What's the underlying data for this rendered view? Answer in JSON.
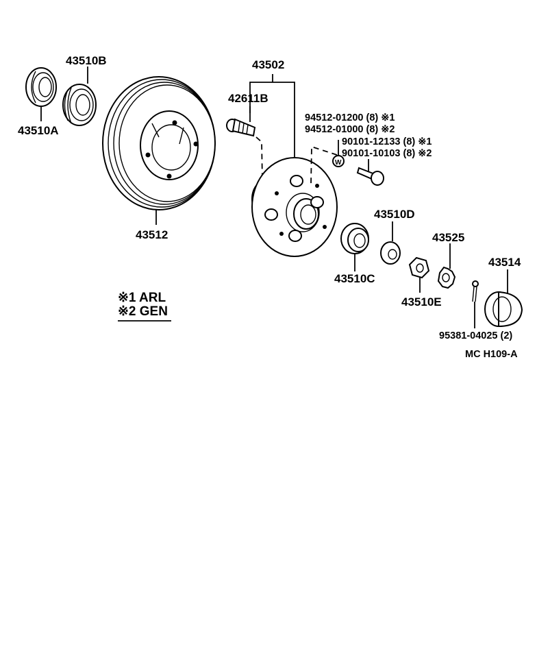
{
  "parts": {
    "oil_seal_outer": "43510A",
    "bearing_outer": "43510B",
    "disc": "43512",
    "hub_assembly": "43502",
    "hub_bolt": "42611B",
    "washer_1": "94512-01200 (8) ※1",
    "washer_2": "94512-01000 (8) ※2",
    "bolt_1": "90101-12133 (8) ※1",
    "bolt_2": "90101-10103 (8) ※2",
    "bearing_inner": "43510C",
    "washer_claw": "43510D",
    "nut": "43510E",
    "nut_lock_cap": "43525",
    "grease_cap": "43514",
    "cotter_pin": "95381-04025 (2)"
  },
  "legend": {
    "note_1": "※1 ARL",
    "note_2": "※2 GEN"
  },
  "diagram_code": "MC H109-A"
}
